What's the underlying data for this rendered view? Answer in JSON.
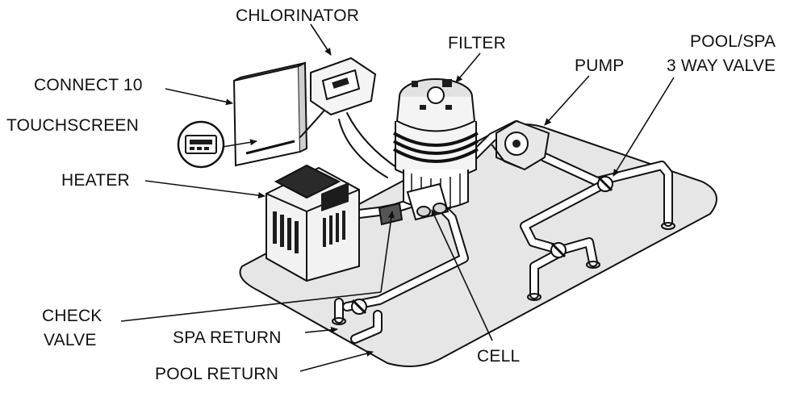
{
  "labels": {
    "chlorinator": "CHLORINATOR",
    "filter": "FILTER",
    "pump": "PUMP",
    "pool_spa_valve_line1": "POOL/SPA",
    "pool_spa_valve_line2": "3 WAY VALVE",
    "connect10": "CONNECT 10",
    "touchscreen": "TOUCHSCREEN",
    "heater": "HEATER",
    "check_valve_line1": "CHECK",
    "check_valve_line2": "VALVE",
    "spa_return": "SPA RETURN",
    "pool_return": "POOL RETURN",
    "cell": "CELL"
  },
  "colors": {
    "ink": "#111111",
    "pad": "#e6e6e6",
    "background": "#ffffff"
  },
  "icons": [
    "chlorinator-icon",
    "filter-icon",
    "pump-icon",
    "three-way-valve-icon",
    "controller-panel-icon",
    "touchscreen-icon",
    "heater-icon",
    "check-valve-icon",
    "salt-cell-icon"
  ]
}
